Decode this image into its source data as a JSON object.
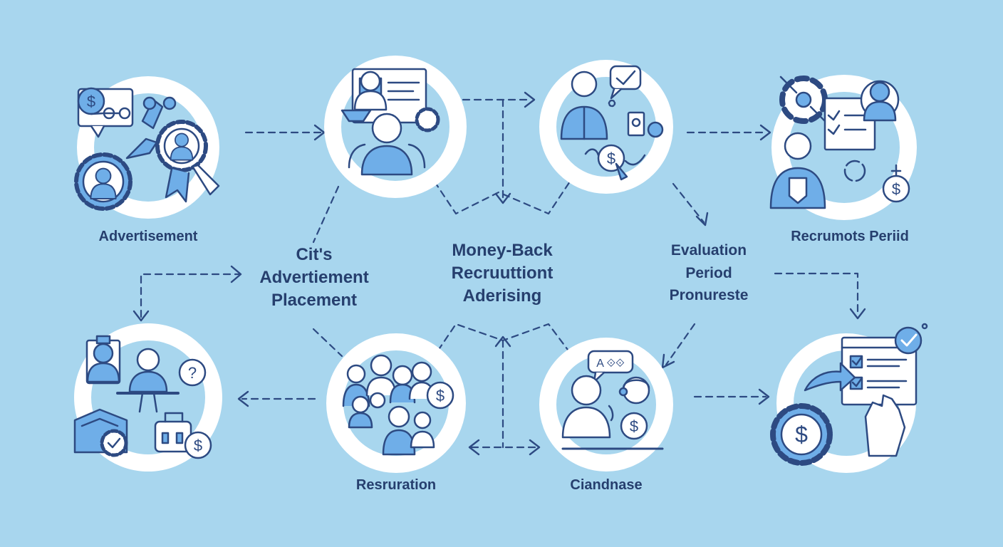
{
  "colors": {
    "background": "#a8d6ee",
    "ring": "#ffffff",
    "line": "#2d4a82",
    "fill_blue": "#6faee8",
    "text": "#263f6e"
  },
  "nodes": {
    "advertisement": {
      "label": "Advertisement",
      "icon": "ad-pricing-gears-icon"
    },
    "reception": {
      "icon": "candidate-profile-icon"
    },
    "approval": {
      "icon": "approved-candidate-money-icon"
    },
    "recruitment_period": {
      "label": "Recrumots Periid",
      "icon": "recruiter-contract-money-icon"
    },
    "screening": {
      "icon": "interview-question-icon"
    },
    "registration": {
      "label": "Resruration",
      "icon": "candidate-group-icon"
    },
    "candidate": {
      "label": "Ciandnase",
      "icon": "conversation-money-icon"
    },
    "checklist": {
      "icon": "checklist-payment-icon"
    }
  },
  "center_labels": {
    "placement": {
      "lines": [
        "Cit's",
        "Advertiement",
        "Placement"
      ]
    },
    "money_back": {
      "lines": [
        "Money-Back",
        "Recruuttiont",
        "Aderising"
      ]
    },
    "evaluation": {
      "lines": [
        "Evaluation",
        "Period",
        "Pronureste"
      ]
    }
  }
}
